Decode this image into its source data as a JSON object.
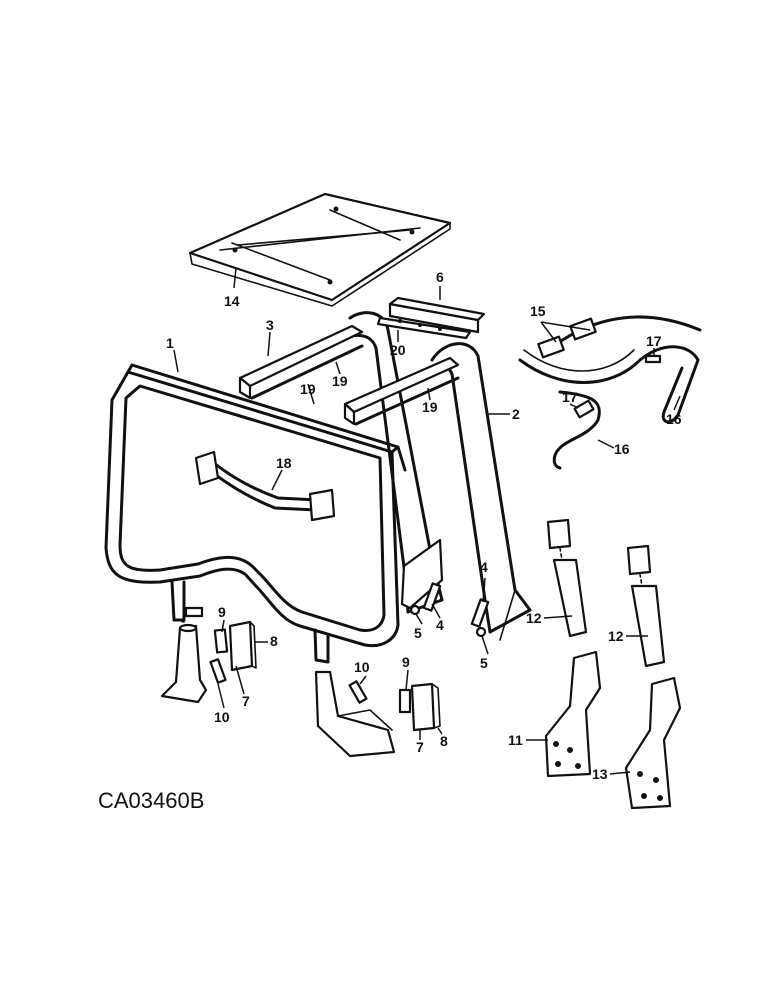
{
  "drawing_code": "CA03460B",
  "callouts": {
    "c1": "1",
    "c2": "2",
    "c3": "3",
    "c4a": "4",
    "c4b": "4",
    "c5a": "5",
    "c5b": "5",
    "c6": "6",
    "c7a": "7",
    "c7b": "7",
    "c8a": "8",
    "c8b": "8",
    "c9a": "9",
    "c9b": "9",
    "c10a": "10",
    "c10b": "10",
    "c11": "11",
    "c12a": "12",
    "c12b": "12",
    "c13": "13",
    "c14": "14",
    "c15": "15",
    "c16a": "16",
    "c16b": "16",
    "c17a": "17",
    "c17b": "17",
    "c18": "18",
    "c19a": "19",
    "c19b": "19",
    "c19c": "19",
    "c20": "20"
  }
}
